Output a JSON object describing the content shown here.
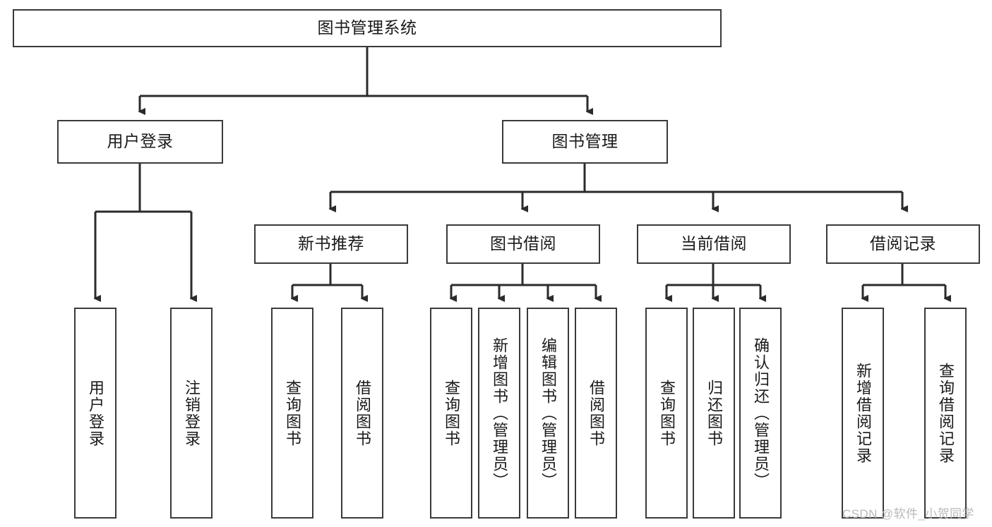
{
  "diagram": {
    "title": "图书管理系统",
    "type": "tree-hierarchy-diagram",
    "colors": {
      "box_border": "#3a3a3a",
      "box_fill": "#ffffff",
      "connector": "#2b2b2b",
      "text": "#1a1a1a",
      "watermark": "#b9b9b9",
      "background": "#ffffff"
    },
    "nodes": {
      "root": {
        "label": "图书管理系统"
      },
      "level2": [
        {
          "label": "用户登录"
        },
        {
          "label": "图书管理"
        }
      ],
      "level3": [
        {
          "label": "新书推荐"
        },
        {
          "label": "图书借阅"
        },
        {
          "label": "当前借阅"
        },
        {
          "label": "借阅记录"
        }
      ],
      "leaves": {
        "user_login": [
          {
            "label": "用户登录"
          },
          {
            "label": "注销登录"
          }
        ],
        "new_book_recommend": [
          {
            "label": "查询图书"
          },
          {
            "label": "借阅图书"
          }
        ],
        "book_borrow": [
          {
            "label": "查询图书"
          },
          {
            "label": "新增图书（管理员）"
          },
          {
            "label": "编辑图书（管理员）"
          },
          {
            "label": "借阅图书"
          }
        ],
        "current_borrow": [
          {
            "label": "查询图书"
          },
          {
            "label": "归还图书"
          },
          {
            "label": "确认归还（管理员）"
          }
        ],
        "borrow_records": [
          {
            "label": "新增借阅记录"
          },
          {
            "label": "查询借阅记录"
          }
        ]
      }
    },
    "watermark": "CSDN @软件_小贺同学"
  }
}
